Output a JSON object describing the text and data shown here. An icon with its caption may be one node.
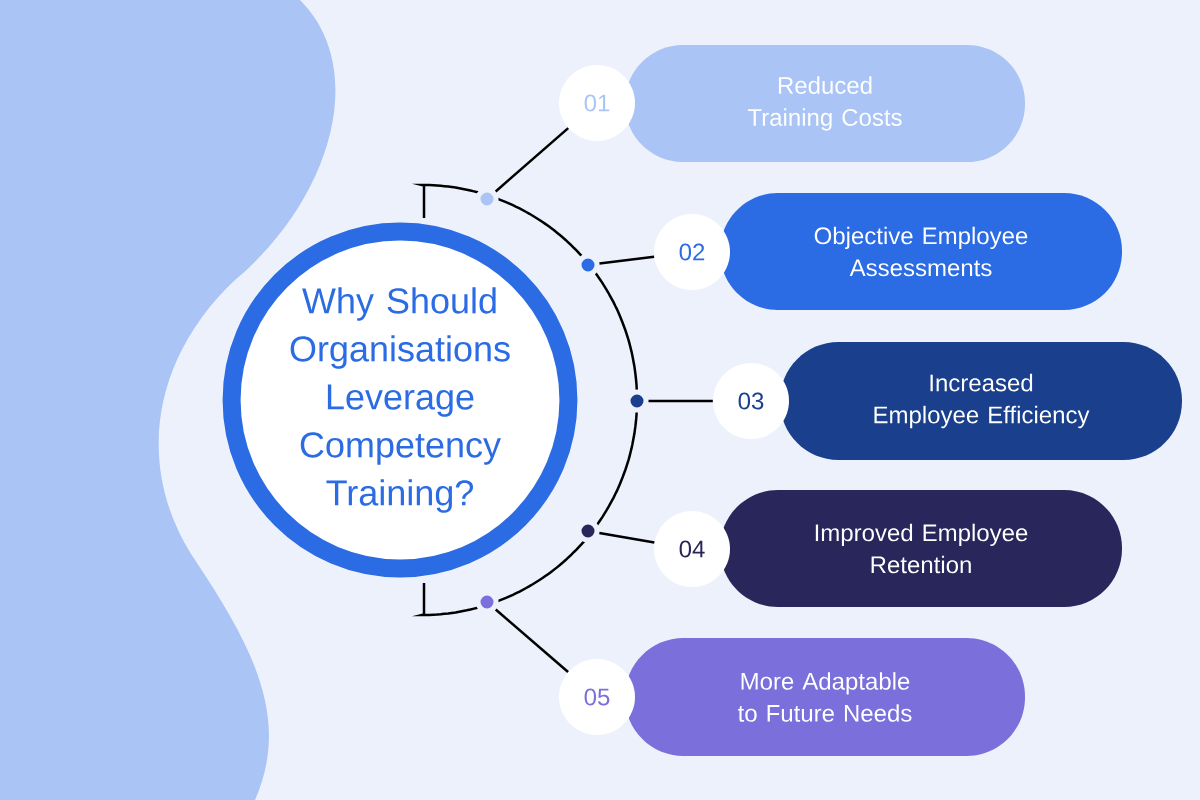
{
  "diagram": {
    "nodes": [
      {
        "text": [
          "Why Should Organisations Leverage Competency Training?"
        ]
      },
      {
        "text": [
          "01",
          "Reduced Training Costs"
        ]
      },
      {
        "text": [
          "02",
          "Objective Employee Assessments"
        ]
      },
      {
        "text": [
          "03",
          "Increased Employee Efficiency"
        ]
      },
      {
        "text": [
          "04",
          "Improved Employee Retention"
        ]
      },
      {
        "text": [
          "05",
          "More Adaptable to Future Needs"
        ]
      },
      {
        "text": [],
        "shape": "circle"
      },
      {
        "text": [],
        "shape": "circle"
      },
      {
        "text": [],
        "shape": "circle"
      },
      {
        "text": [],
        "shape": "circle"
      },
      {
        "text": [],
        "shape": "circle"
      }
    ],
    "edges": [
      {
        "from": 6,
        "to": 1,
        "arrow": "none"
      },
      {
        "from": 7,
        "to": 2,
        "arrow": "none"
      },
      {
        "from": 8,
        "to": 3,
        "arrow": "none"
      },
      {
        "from": 9,
        "to": 4,
        "arrow": "none"
      },
      {
        "from": 10,
        "to": 5,
        "arrow": "none"
      }
    ]
  }
}
